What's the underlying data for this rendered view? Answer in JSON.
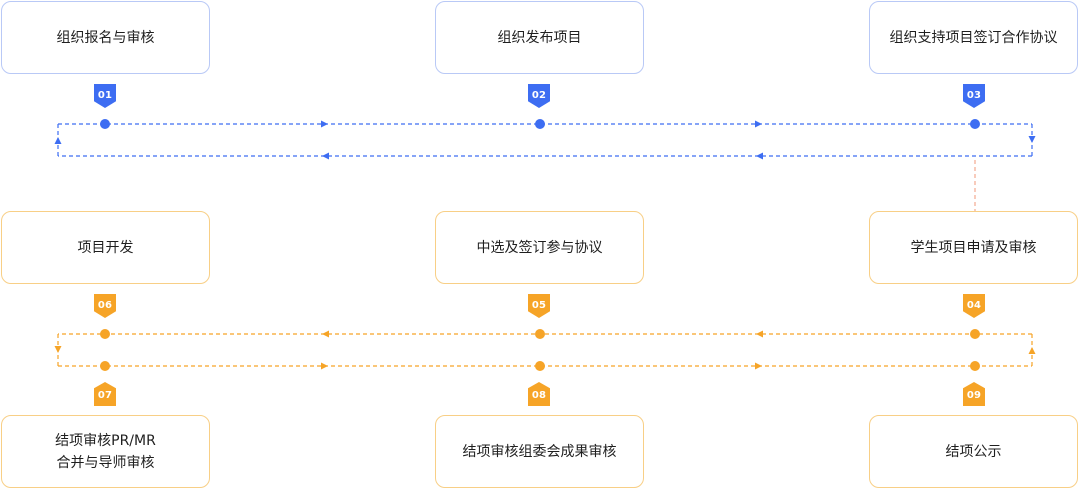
{
  "colors": {
    "blue": "#3d6df2",
    "orange": "#f6a427",
    "blue_border": "#b9c9f6",
    "orange_border": "#f8cf86"
  },
  "steps": [
    {
      "num": "01",
      "label": "组织报名与审核"
    },
    {
      "num": "02",
      "label": "组织发布项目"
    },
    {
      "num": "03",
      "label": "组织支持项目签订合作协议"
    },
    {
      "num": "04",
      "label": "学生项目申请及审核"
    },
    {
      "num": "05",
      "label": "中选及签订参与协议"
    },
    {
      "num": "06",
      "label": "项目开发"
    },
    {
      "num": "07",
      "label_line1": "结项审核PR/MR",
      "label_line2": "合并与导师审核"
    },
    {
      "num": "08",
      "label": "结项审核组委会成果审核"
    },
    {
      "num": "09",
      "label": "结项公示"
    }
  ]
}
